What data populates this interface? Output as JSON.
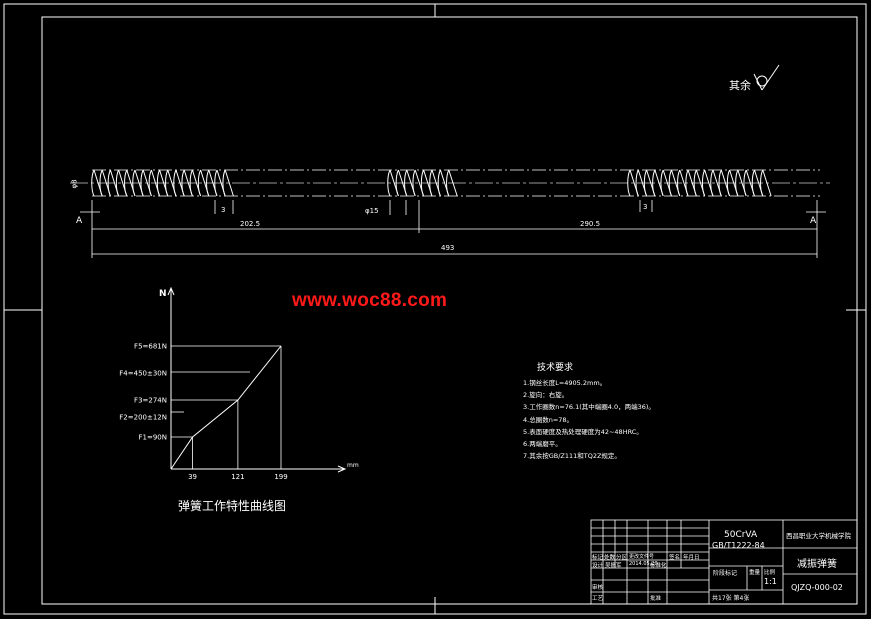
{
  "watermark": "www.woc88.com",
  "surface_note": "其余",
  "spring_dims": {
    "left_length": "202.5",
    "right_length": "290.5",
    "total_length": "493",
    "wire_dia": "φ15",
    "outer_dia": "φ8",
    "pitch": "3",
    "section_left": "A",
    "section_right": "A"
  },
  "chart_caption": "弹簧工作特性曲线图",
  "chart_data": {
    "type": "line",
    "ylabel": "N",
    "xlabel": "mm",
    "x": [
      0,
      39,
      121,
      199
    ],
    "series": [
      {
        "values": [
          0,
          90,
          274,
          681
        ]
      }
    ],
    "x_tick_labels": [
      "39",
      "121",
      "199"
    ],
    "y_tick_labels": [
      "F1=90N",
      "F2=200±12N",
      "F3=274N",
      "F4=450±30N",
      "F5=681N"
    ]
  },
  "tech_requirements": {
    "title": "技术要求",
    "items": [
      "1.钢丝长度L=4905.2mm。",
      "2.旋向：右旋。",
      "3.工作圈数n=76.1(其中端圈4.0，两端36)。",
      "4.总圈数n=78。",
      "5.表面硬度及热处理硬度为42~48HRC。",
      "6.两端磨平。",
      "7.其余按GB/Z111和TQ2Z规定。"
    ]
  },
  "title_block": {
    "material": "50CrVA",
    "standard": "GB/T1222-84",
    "school": "西昌职业大学机械学院",
    "part_name": "减振弹簧",
    "drawing_no": "QJZQ-000-02",
    "scale": "1:1",
    "sheet_info": "共17张  第4张",
    "header_cells": [
      "标记",
      "处数",
      "分区",
      "更改文件号",
      "签名",
      "年月日"
    ],
    "row_labels": [
      "设计",
      "审核",
      "工艺"
    ],
    "designer": "吴振军",
    "date": "2014.05.20",
    "standardize": "标准化",
    "approve": "批准",
    "stage_label": "阶段标记",
    "weight_label": "重量",
    "scale_label": "比例"
  }
}
